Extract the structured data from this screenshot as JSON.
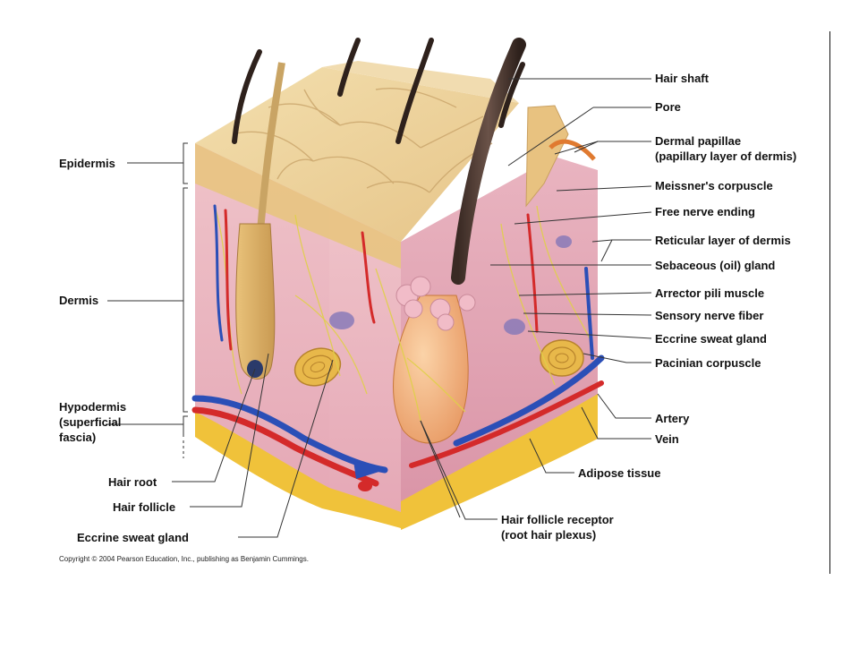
{
  "labels": {
    "right": {
      "hair_shaft": "Hair shaft",
      "pore": "Pore",
      "dermal_papillae_1": "Dermal papillae",
      "dermal_papillae_2": "(papillary layer of dermis)",
      "meissner": "Meissner's corpuscle",
      "free_nerve": "Free nerve ending",
      "reticular": "Reticular layer of dermis",
      "sebaceous": "Sebaceous (oil) gland",
      "arrector": "Arrector pili muscle",
      "sensory": "Sensory nerve fiber",
      "eccrine": "Eccrine sweat gland",
      "pacinian": "Pacinian corpuscle",
      "artery": "Artery",
      "vein": "Vein",
      "adipose": "Adipose tissue",
      "receptor_1": "Hair follicle receptor",
      "receptor_2": "(root hair plexus)"
    },
    "left": {
      "epidermis": "Epidermis",
      "dermis": "Dermis",
      "hypodermis_1": "Hypodermis",
      "hypodermis_2": "(superficial",
      "hypodermis_3": "fascia)",
      "hair_root": "Hair root",
      "hair_follicle": "Hair follicle",
      "eccrine_left": "Eccrine sweat gland"
    }
  },
  "copyright": "Copyright © 2004 Pearson Education, Inc., publishing as Benjamin Cummings."
}
